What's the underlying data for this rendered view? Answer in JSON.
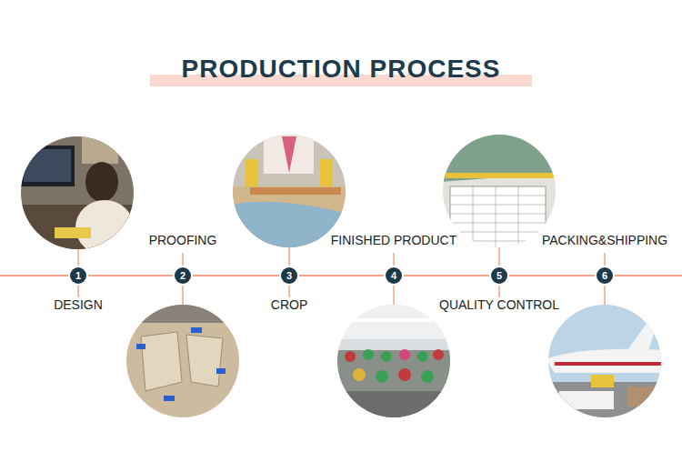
{
  "diagram": {
    "title": "PRODUCTION PROCESS",
    "nodes": [
      {
        "text": [
          "1",
          "DESIGN"
        ]
      },
      {
        "text": [
          "2",
          "PROOFING"
        ]
      },
      {
        "text": [
          "3",
          "CROP"
        ]
      },
      {
        "text": [
          "4",
          "FINISHED PRODUCT"
        ]
      },
      {
        "text": [
          "5",
          "QUALITY CONTROL"
        ]
      },
      {
        "text": [
          "6",
          "PACKING&SHIPPING"
        ]
      }
    ],
    "edges": [
      {
        "from": 0,
        "to": 1,
        "arrow": "none"
      },
      {
        "from": 1,
        "to": 2,
        "arrow": "none"
      },
      {
        "from": 2,
        "to": 3,
        "arrow": "none"
      },
      {
        "from": 3,
        "to": 4,
        "arrow": "none"
      },
      {
        "from": 4,
        "to": 5,
        "arrow": "none"
      }
    ]
  }
}
